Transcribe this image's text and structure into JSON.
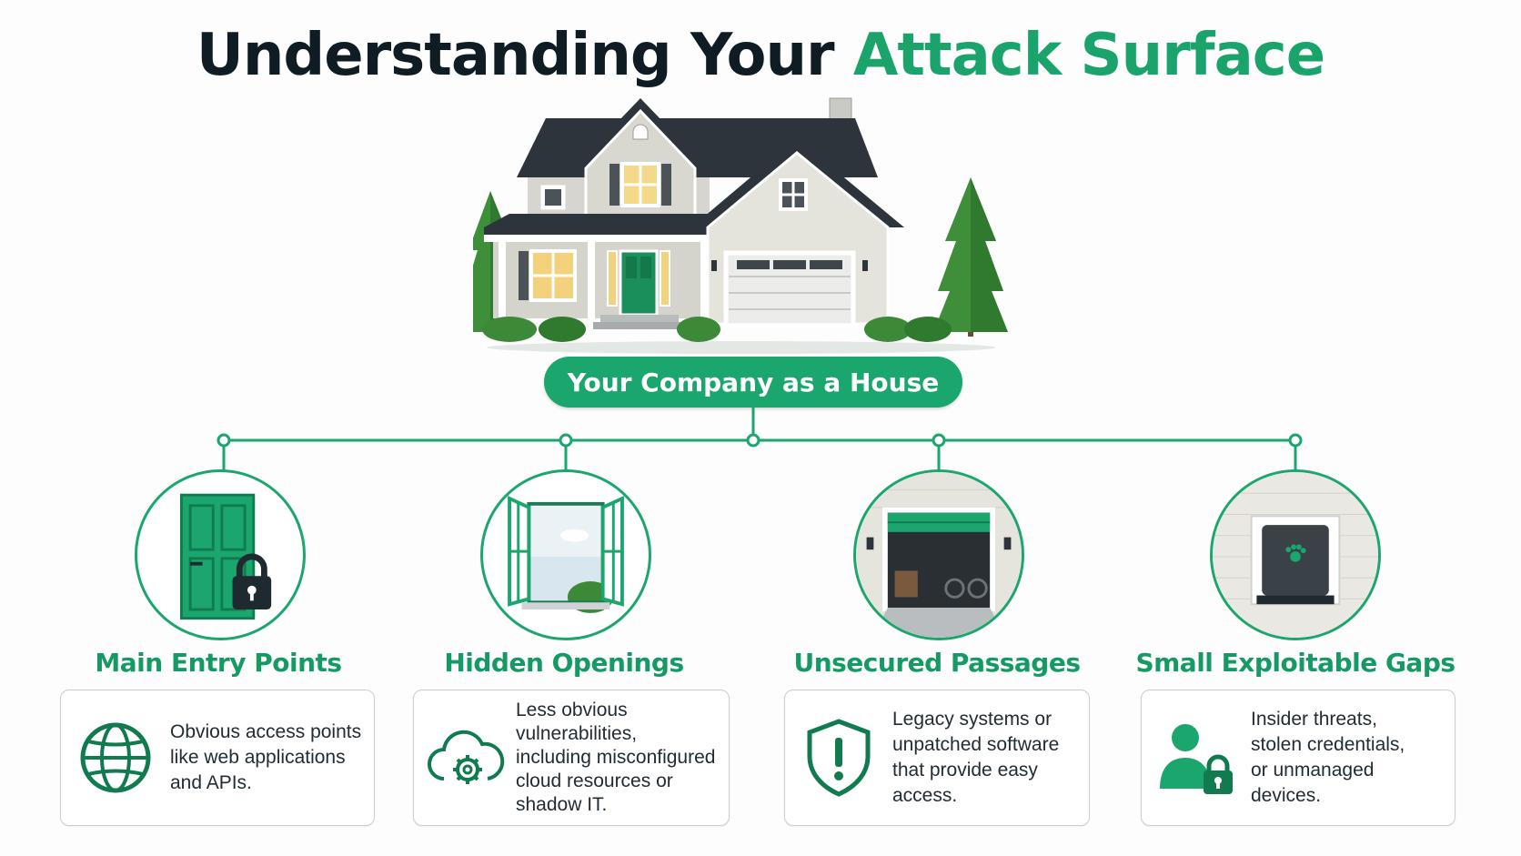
{
  "title": {
    "prefix": "Understanding Your",
    "accent": "Attack Surface"
  },
  "center_label": "Your Company as a House",
  "colors": {
    "accent": "#1aa66d",
    "title_dark": "#0f1c24",
    "border": "#c9ced2"
  },
  "categories": [
    {
      "title": "Main Entry Points",
      "illustration": "green-door-with-padlock",
      "icon": "globe-icon",
      "lines": [
        "Obvious access points",
        "like web applications",
        "and APIs."
      ]
    },
    {
      "title": "Hidden Openings",
      "illustration": "open-window",
      "icon": "cloud-gear-icon",
      "lines": [
        "Less obvious",
        "vulnerabilities,",
        "including misconfigured",
        "cloud resources or",
        "shadow IT."
      ]
    },
    {
      "title": "Unsecured Passages",
      "illustration": "open-garage",
      "icon": "shield-alert-icon",
      "lines": [
        "Legacy systems or",
        "unpatched software",
        "that provide easy",
        "access."
      ]
    },
    {
      "title": "Small Exploitable Gaps",
      "illustration": "pet-door",
      "icon": "user-lock-icon",
      "lines": [
        "Insider threats,",
        "stolen credentials,",
        "or unmanaged",
        "devices."
      ]
    }
  ]
}
